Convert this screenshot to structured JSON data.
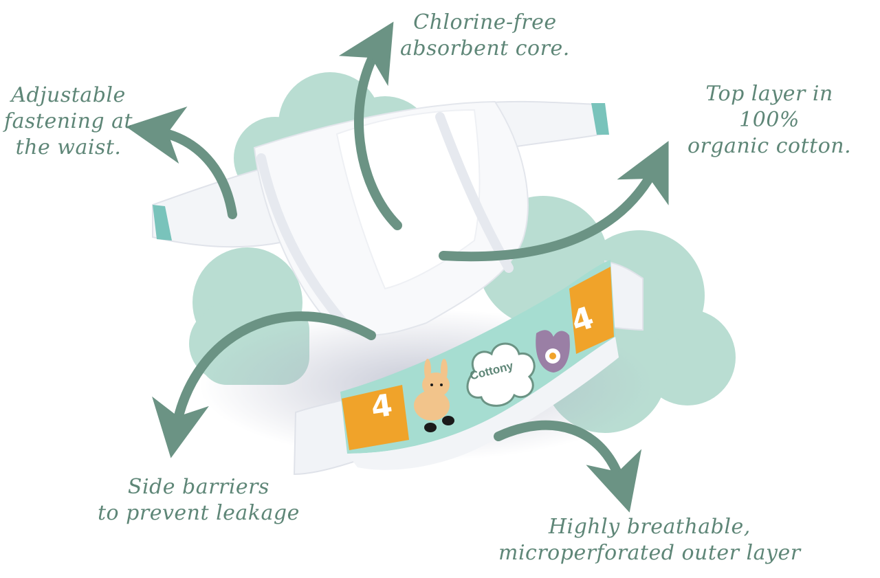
{
  "colors": {
    "text": "#5e8677",
    "arrow": "#6b9384",
    "cloud": "#b9ddd2",
    "band": "#a6ddd1",
    "orange": "#f0a32a",
    "diaper": "#f7f8fa",
    "shadow": "#c8cbd8"
  },
  "callouts": {
    "waist": {
      "lines": [
        "Adjustable",
        "fastening at",
        "the waist."
      ]
    },
    "core": {
      "lines": [
        "Chlorine-free",
        "absorbent core."
      ]
    },
    "top_layer": {
      "lines": [
        "Top layer in",
        "100%",
        "organic cotton."
      ]
    },
    "side": {
      "lines": [
        "Side barriers",
        "to prevent leakage"
      ]
    },
    "outer": {
      "lines": [
        "Highly breathable,",
        "microperforated outer layer"
      ]
    }
  },
  "diaper_print": {
    "size_number": "4",
    "brand": "Cottony",
    "icons": [
      "bunny-icon",
      "cotton-cloud-icon",
      "bib-icon",
      "flower-icon"
    ]
  }
}
